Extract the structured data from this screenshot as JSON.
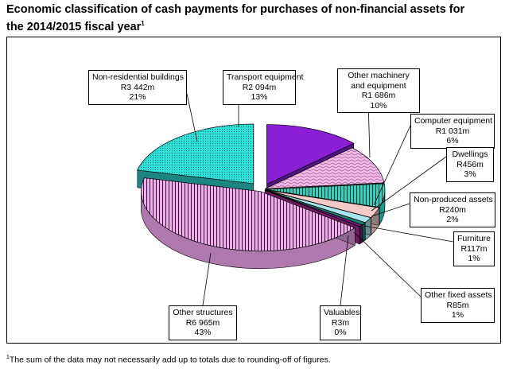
{
  "title_line1": "Economic classification of cash payments for purchases of non-financial assets for",
  "title_line2": "the 2014/2015 fiscal year",
  "title_sup": "1",
  "footnote_sup": "1",
  "footnote": "The sum of the data may not necessarily add up to totals due to rounding-off of figures.",
  "chart_data": {
    "type": "pie",
    "slices": [
      {
        "label": "Transport equipment",
        "value_text": "R2 094m",
        "value": 2094,
        "pct": "13%",
        "color": "#8a1fd6",
        "pattern": "solid"
      },
      {
        "label": "Other machinery and equipment",
        "value_text": "R1 686m",
        "value": 1686,
        "pct": "10%",
        "color": "#f1bde6",
        "pattern": "wave"
      },
      {
        "label": "Computer equipment",
        "value_text": "R1 031m",
        "value": 1031,
        "pct": "6%",
        "color": "#1fd9c2",
        "pattern": "vstripe"
      },
      {
        "label": "Dwellings",
        "value_text": "R456m",
        "value": 456,
        "pct": "3%",
        "color": "#f6c9c9",
        "pattern": "solid"
      },
      {
        "label": "Non-produced assets",
        "value_text": "R240m",
        "value": 240,
        "pct": "2%",
        "color": "#a8e6ef",
        "pattern": "solid"
      },
      {
        "label": "Furniture",
        "value_text": "R117m",
        "value": 117,
        "pct": "1%",
        "color": "#1b7f6c",
        "pattern": "solid"
      },
      {
        "label": "Other fixed assets",
        "value_text": "R85m",
        "value": 85,
        "pct": "1%",
        "color": "#7b1a8a",
        "pattern": "solid"
      },
      {
        "label": "Valuables",
        "value_text": "R3m",
        "value": 3,
        "pct": "0%",
        "color": "#c02aa0",
        "pattern": "solid"
      },
      {
        "label": "Other structures",
        "value_text": "R6 965m",
        "value": 6965,
        "pct": "43%",
        "color": "#f3a8f0",
        "pattern": "vstripe"
      },
      {
        "label": "Non-residential buildings",
        "value_text": "R3 442m",
        "value": 3442,
        "pct": "21%",
        "color": "#2fe0d8",
        "pattern": "dots"
      }
    ]
  }
}
